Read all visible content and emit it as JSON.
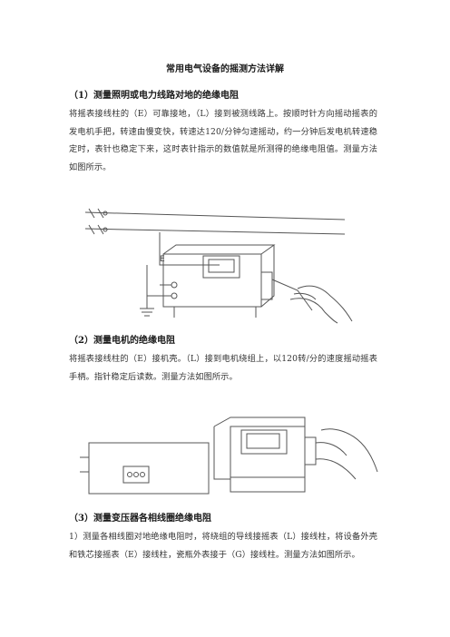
{
  "document": {
    "title": "常用电气设备的摇测方法详解",
    "sections": [
      {
        "heading": "（1）测量照明或电力线路对地的绝缘电阻",
        "paragraph": "将摇表接线柱的（E）可靠接地，（L）接到被测线路上。按顺时针方向摇动摇表的发电机手把，转速由慢变快，转速达120/分钟匀速摇动，约一分钟后发电机转速稳定时，表针也稳定下来，这时表针指示的数值就是所测得的绝缘电阻值。测量方法如图所示。",
        "figure_label": "E"
      },
      {
        "heading": "（2）测量电机的绝缘电阻",
        "paragraph": "将摇表接线柱的（E）接机壳。（L）接到电机绕组上，以120转/分的速度摇动摇表手柄。指针稳定后读数。测量方法如图所示。"
      },
      {
        "heading": "（3）测量变压器各相线圈绝缘电阻",
        "paragraph": "1）测量各相线圈对地绝缘电阻时，将绕组的导线接摇表（L）接线柱，将设备外壳和铁芯接摇表（E）接线柱，瓷瓶外表接于（G）接线柱。测量方法如图所示。"
      }
    ]
  }
}
